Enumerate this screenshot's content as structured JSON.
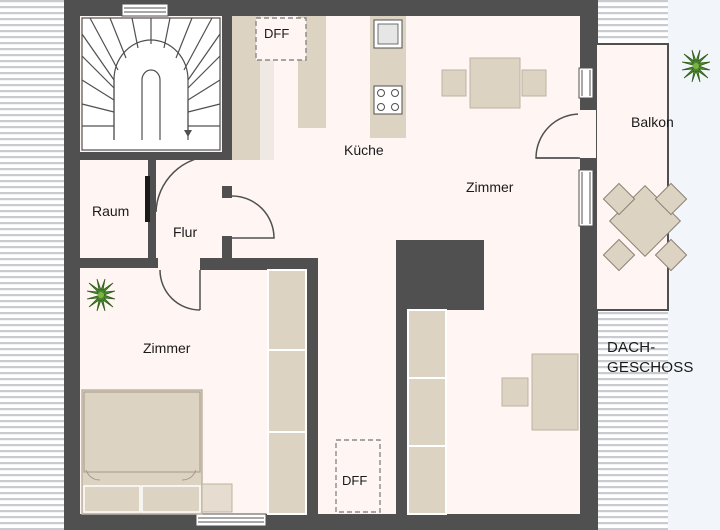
{
  "rooms": {
    "raum": "Raum",
    "flur": "Flur",
    "kueche": "Küche",
    "zimmer_main": "Zimmer",
    "zimmer_bedroom": "Zimmer",
    "balkon": "Balkon"
  },
  "skylights": {
    "top": "DFF",
    "bottom": "DFF"
  },
  "floor_label": {
    "line1": "DACH-",
    "line2": "GESCHOSS"
  },
  "colors": {
    "wall": "#505050",
    "floor": "#fff6f4",
    "furniture": "#ddd3c3",
    "furniture_stroke": "#bfb3a1",
    "outside_hatch": "#c8cbd0",
    "balcony_bg": "#fff6f4"
  }
}
